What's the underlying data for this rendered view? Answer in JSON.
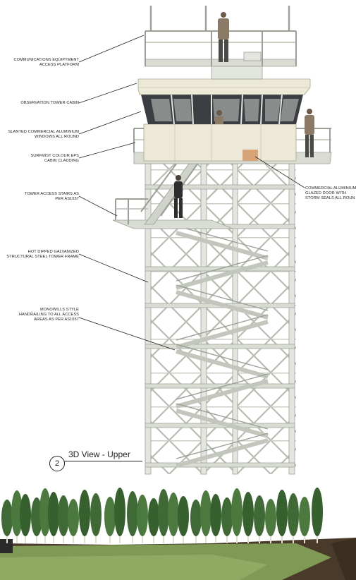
{
  "annotations": {
    "comms_platform": [
      "COMMUNICATIONS EQUIPTMENT",
      "ACCESS PLATFORM"
    ],
    "cabin": [
      "OBSERVATION TOWER CABIN"
    ],
    "windows": [
      "SLANTED COMMERCIAL ALUMINIUM",
      "WINDOWS ALL ROUND"
    ],
    "cladding": [
      "SURFMIST COLOUR EPS",
      "CABIN CLADDING"
    ],
    "door": [
      "COMMERCIAL ALUMINIUM",
      "GLAZED DOOR WITH",
      "STORM SEALS ALL ROUN"
    ],
    "stairs": [
      "TOWER ACCESS STAIRS AS",
      "PER AS1657"
    ],
    "frame": [
      "HOT DIPPED GALVANIZED",
      "STRUCTURAL STEEL TOWER FRAME"
    ],
    "handrail": [
      "MONOWILLS STYLE",
      "HANDRAILING TO ALL ACCESS",
      "AREAS AS PER AS1657"
    ]
  },
  "view": {
    "number": "2",
    "title": "3D View - Upper"
  },
  "colors": {
    "steel": "#e3e6df",
    "steel_edge": "#9aa096",
    "cladding": "#ede9d8",
    "glass": "#3a3e42",
    "grass": "#6f8f4a",
    "soil": "#4a3a2a",
    "tree": "#3f6a35"
  }
}
